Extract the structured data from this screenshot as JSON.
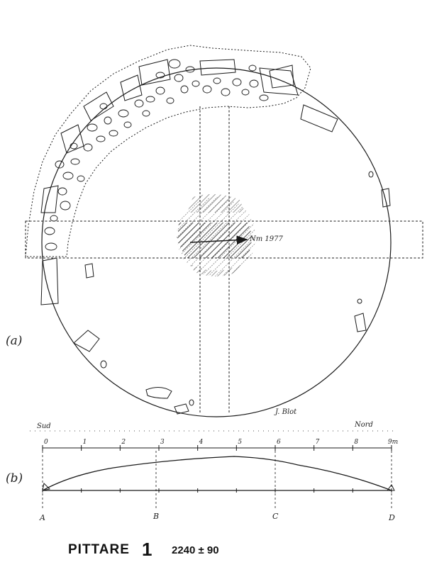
{
  "plan": {
    "label": "(a)",
    "arrow_label": "Nm 1977",
    "author": "J. Blot"
  },
  "section": {
    "label": "(b)",
    "left_direction": "Sud",
    "right_direction": "Nord",
    "scale_ticks": [
      "0",
      "1",
      "2",
      "3",
      "4",
      "5",
      "6",
      "7",
      "8",
      "9m"
    ],
    "points": [
      "A",
      "B",
      "C",
      "D"
    ]
  },
  "title": {
    "name": "PITTARE",
    "number": "1",
    "date": "2240 ± 90"
  }
}
